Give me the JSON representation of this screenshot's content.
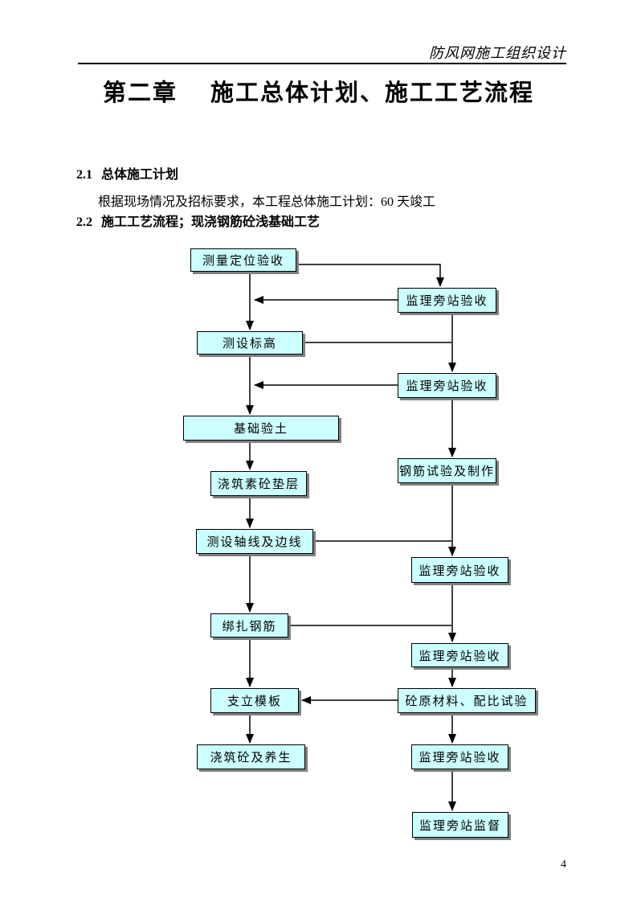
{
  "page": {
    "header_text": "防风网施工组织设计",
    "title": "第二章　 施工总体计划、施工工艺流程",
    "page_number": "4"
  },
  "sections": [
    {
      "number": "2.1",
      "heading": "总体施工计划",
      "body": "根据现场情况及招标要求，本工程总体施工计划：60 天竣工"
    },
    {
      "number": "2.2",
      "heading": "施工工艺流程；现浇钢筋砼浅基础工艺"
    }
  ],
  "flowchart": {
    "node_fill": "#ccffff",
    "node_border": "#000000",
    "node_shadow": "#808080",
    "left_nodes": [
      "测量定位验收",
      "测设标高",
      "基础验土",
      "浇筑素砼垫层",
      "测设轴线及边线",
      "绑扎钢筋",
      "支立模板",
      "浇筑砼及养生"
    ],
    "right_nodes": [
      "监理旁站验收",
      "监理旁站验收",
      "钢筋试验及制作",
      "监理旁站验收",
      "监理旁站验收",
      "砼原材料、配比试验",
      "监理旁站验收",
      "监理旁站监督"
    ]
  }
}
